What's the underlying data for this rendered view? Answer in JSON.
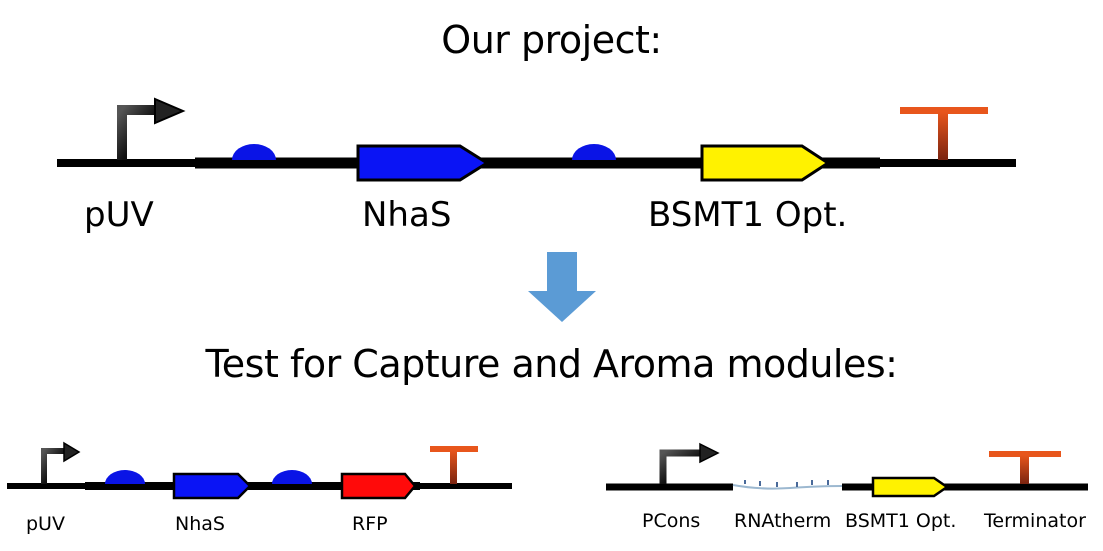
{
  "headings": {
    "top": "Our project:",
    "bottom": "Test for Capture and Aroma modules:"
  },
  "colors": {
    "backbone": "#000000",
    "rbs": "#0a14e6",
    "nhas_cds": "#0a14f5",
    "bsmt1_cds": "#fff200",
    "rfp_cds": "#ff0a0a",
    "terminator_top": "#e8561c",
    "terminator_stem": "#8a2a10",
    "arrow": "#5b9bd5",
    "rna_thermometer": "#9cb8d0"
  },
  "constructs": {
    "project": {
      "labels": {
        "promoter": "pUV",
        "cds1": "NhaS",
        "cds2": "BSMT1 Opt."
      }
    },
    "capture_test": {
      "labels": {
        "promoter": "pUV",
        "cds1": "NhaS",
        "cds2": "RFP"
      }
    },
    "aroma_test": {
      "labels": {
        "promoter": "PCons",
        "rna_thermometer": "RNAtherm",
        "cds": "BSMT1 Opt.",
        "terminator": "Terminator"
      }
    }
  },
  "icons": {
    "flow_arrow": "arrow-down"
  }
}
